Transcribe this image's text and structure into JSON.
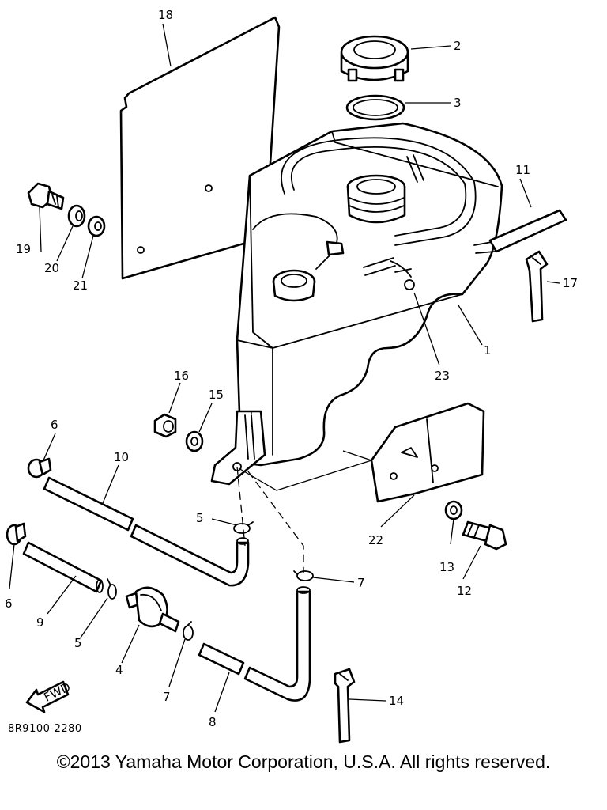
{
  "diagram": {
    "drawing_code": "8R9100-2280",
    "copyright": "©2013 Yamaha Motor Corporation, U.S.A. All rights reserved.",
    "fwd_arrow_label": "FWD",
    "callouts": [
      "1",
      "2",
      "3",
      "4",
      "5",
      "5",
      "6",
      "6",
      "7",
      "7",
      "8",
      "9",
      "10",
      "11",
      "12",
      "13",
      "14",
      "15",
      "16",
      "17",
      "18",
      "19",
      "20",
      "21",
      "22",
      "23"
    ]
  }
}
